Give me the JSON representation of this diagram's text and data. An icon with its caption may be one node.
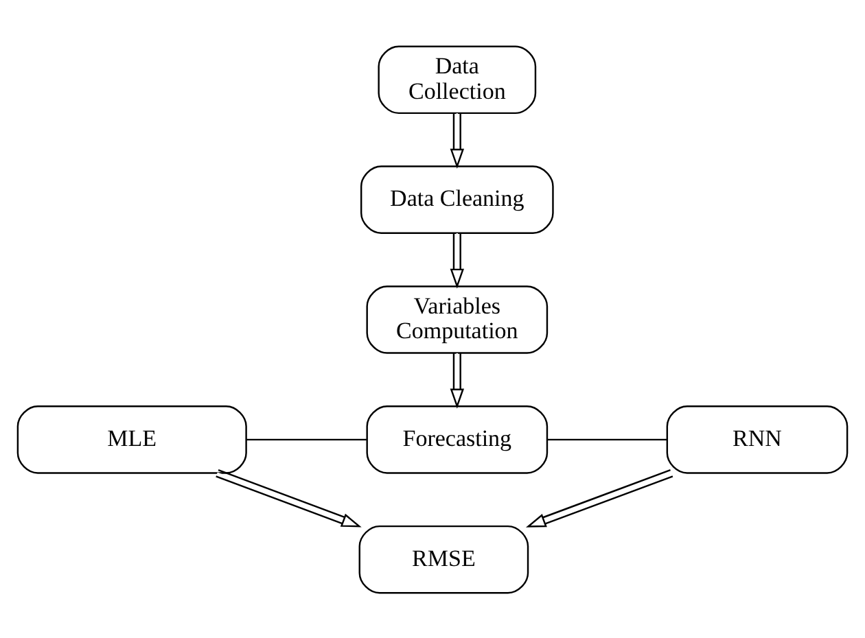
{
  "diagram": {
    "nodes": [
      {
        "text": [
          "Data Collection"
        ]
      },
      {
        "text": [
          "Data Cleaning"
        ]
      },
      {
        "text": [
          "Variables Computation"
        ]
      },
      {
        "text": [
          "MLE"
        ]
      },
      {
        "text": [
          "Forecasting"
        ]
      },
      {
        "text": [
          "RNN"
        ]
      },
      {
        "text": [
          "RMSE"
        ]
      }
    ],
    "edges": [
      {
        "from": 0,
        "to": 1,
        "arrow": "to"
      },
      {
        "from": 1,
        "to": 2,
        "arrow": "to"
      },
      {
        "from": 2,
        "to": 4,
        "arrow": "to"
      },
      {
        "from": 3,
        "to": 4,
        "arrow": "none"
      },
      {
        "from": 4,
        "to": 5,
        "arrow": "none"
      },
      {
        "from": 3,
        "to": 6,
        "arrow": "to"
      },
      {
        "from": 5,
        "to": 6,
        "arrow": "to"
      }
    ]
  }
}
